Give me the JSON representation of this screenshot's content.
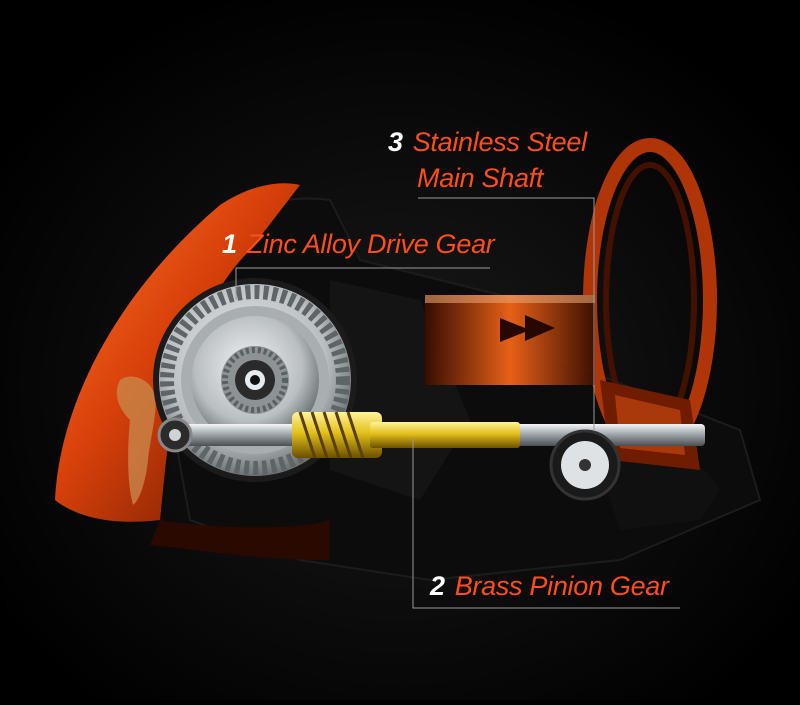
{
  "callouts": [
    {
      "number": "1",
      "text": "Zinc Alloy Drive Gear"
    },
    {
      "number": "2",
      "text": "Brass Pinion Gear"
    },
    {
      "number": "3",
      "line1": "Stainless Steel",
      "line2": "Main Shaft"
    }
  ],
  "colors": {
    "background": "#000000",
    "accent": "#ff4e1a",
    "number": "#ffffff",
    "leader_line": "#9a9a9a",
    "reel_body": "#e04a10",
    "gear_silver": "#cfd3d6",
    "brass": "#e5c21c"
  }
}
